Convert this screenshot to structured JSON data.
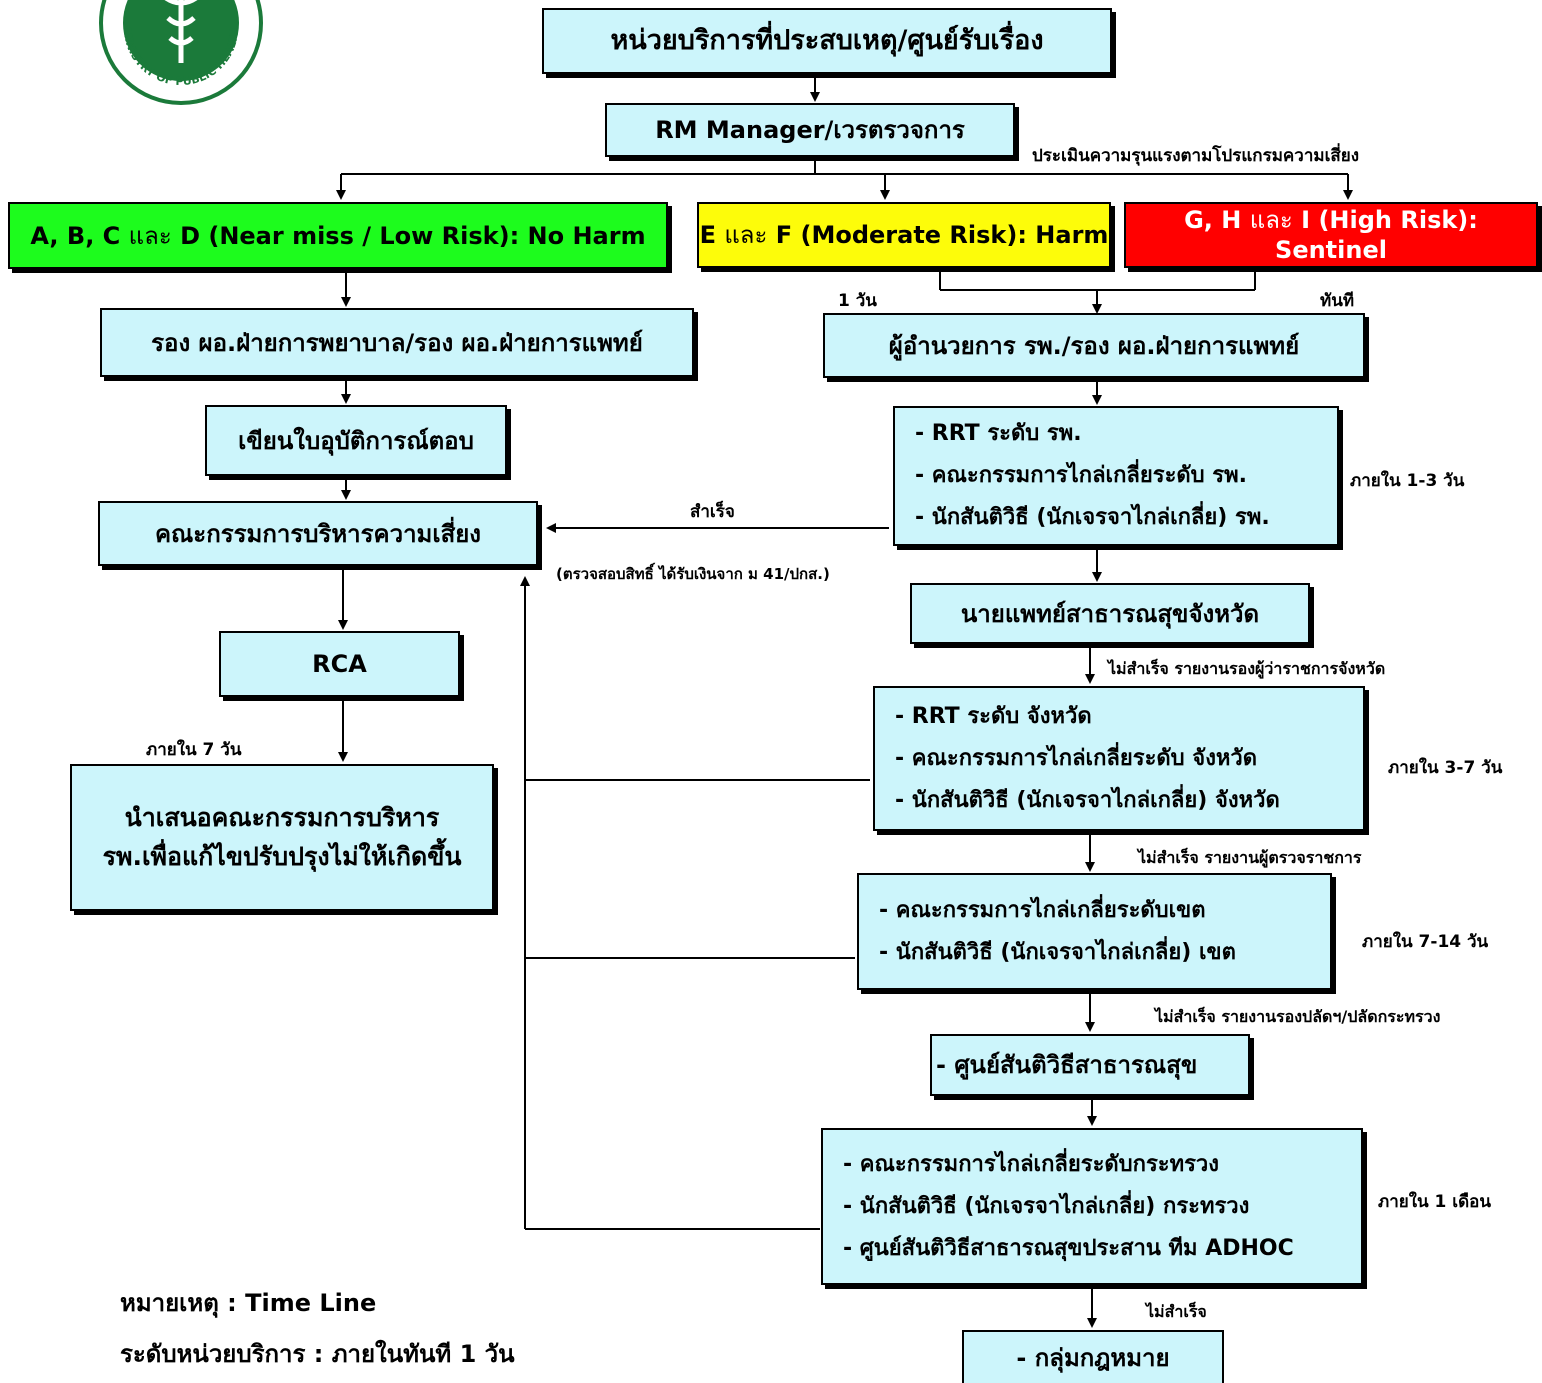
{
  "logo": {
    "text": "MINISTRY OF PUBLIC HEALTH",
    "color": "#1b7a3a"
  },
  "nodes": {
    "top": "หน่วยบริการที่ประสบเหตุ/ศูนย์รับเรื่อง",
    "rm": "RM Manager/เวรตรวจการ",
    "green": {
      "part1": "A, B, C ",
      "and": "และ",
      "part2": " D (Near miss / Low Risk): No Harm"
    },
    "yellow": {
      "part1": "E ",
      "and": "และ",
      "part2": " F (Moderate Risk): Harm"
    },
    "red": {
      "part1": "G, H ",
      "and": "และ",
      "part2": " I (High Risk): Sentinel"
    },
    "deputy": "รอง ผอ.ฝ่ายการพยาบาล/รอง ผอ.ฝ่ายการแพทย์",
    "director": "ผู้อำนวยการ รพ./รอง ผอ.ฝ่ายการแพทย์",
    "write": "เขียนใบอุบัติการณ์ตอบ",
    "committee": "คณะกรรมการบริหารความเสี่ยง",
    "rca": "RCA",
    "present": {
      "line1": "นำเสนอคณะกรรมการบริหาร",
      "line2": "รพ.เพื่อแก้ไขปรับปรุงไม่ให้เกิดขึ้น"
    },
    "hospital": [
      "- RRT ระดับ รพ.",
      "- คณะกรรมการไกล่เกลี่ยระดับ รพ.",
      "- นักสันติวิธี (นักเจรจาไกล่เกลี่ย) รพ."
    ],
    "provincial_doctor": "นายแพทย์สาธารณสุขจังหวัด",
    "province": [
      "- RRT ระดับ จังหวัด",
      "- คณะกรรมการไกล่เกลี่ยระดับ จังหวัด",
      "- นักสันติวิธี (นักเจรจาไกล่เกลี่ย) จังหวัด"
    ],
    "region": [
      "- คณะกรรมการไกล่เกลี่ยระดับเขต",
      "- นักสันติวิธี (นักเจรจาไกล่เกลี่ย) เขต"
    ],
    "center": "- ศูนย์สันติวิธีสาธารณสุข",
    "ministry": [
      "- คณะกรรมการไกล่เกลี่ยระดับกระทรวง",
      "- นักสันติวิธี (นักเจรจาไกล่เกลี่ย) กระทรวง",
      "- ศูนย์สันติวิธีสาธารณสุขประสาน ทีม ADHOC"
    ],
    "legal": "- กลุ่มกฎหมาย"
  },
  "notes": {
    "assess": "ประเมินความรุนแรงตามโปรแกรมความเสี่ยง",
    "one_day": "1 วัน",
    "immediately": "ทันที",
    "within_1_3": "ภายใน 1-3 วัน",
    "success": "สำเร็จ",
    "verify_rights": "(ตรวจสอบสิทธิ์ ได้รับเงินจาก ม 41/ปกส.)",
    "fail_governor": "ไม่สำเร็จ รายงานรองผู้ว่าราชการจังหวัด",
    "within_3_7": "ภายใน 3-7 วัน",
    "fail_inspector": "ไม่สำเร็จ รายงานผู้ตรวจราชการ",
    "within_7_14": "ภายใน 7-14 วัน",
    "fail_permsec": "ไม่สำเร็จ รายงานรองปลัดฯ/ปลัดกระทรวง",
    "within_1_month": "ภายใน 1 เดือน",
    "fail": "ไม่สำเร็จ",
    "within_7": "ภายใน 7 วัน"
  },
  "legend": {
    "line1": "หมายเหตุ : Time Line",
    "line2": "ระดับหน่วยบริการ : ภายในทันที 1 วัน"
  },
  "colors": {
    "box": "#ccf5fb",
    "green": "#1dfc1d",
    "yellow": "#fdfc0a",
    "red": "#ff0000",
    "logo": "#1b7a3a"
  }
}
